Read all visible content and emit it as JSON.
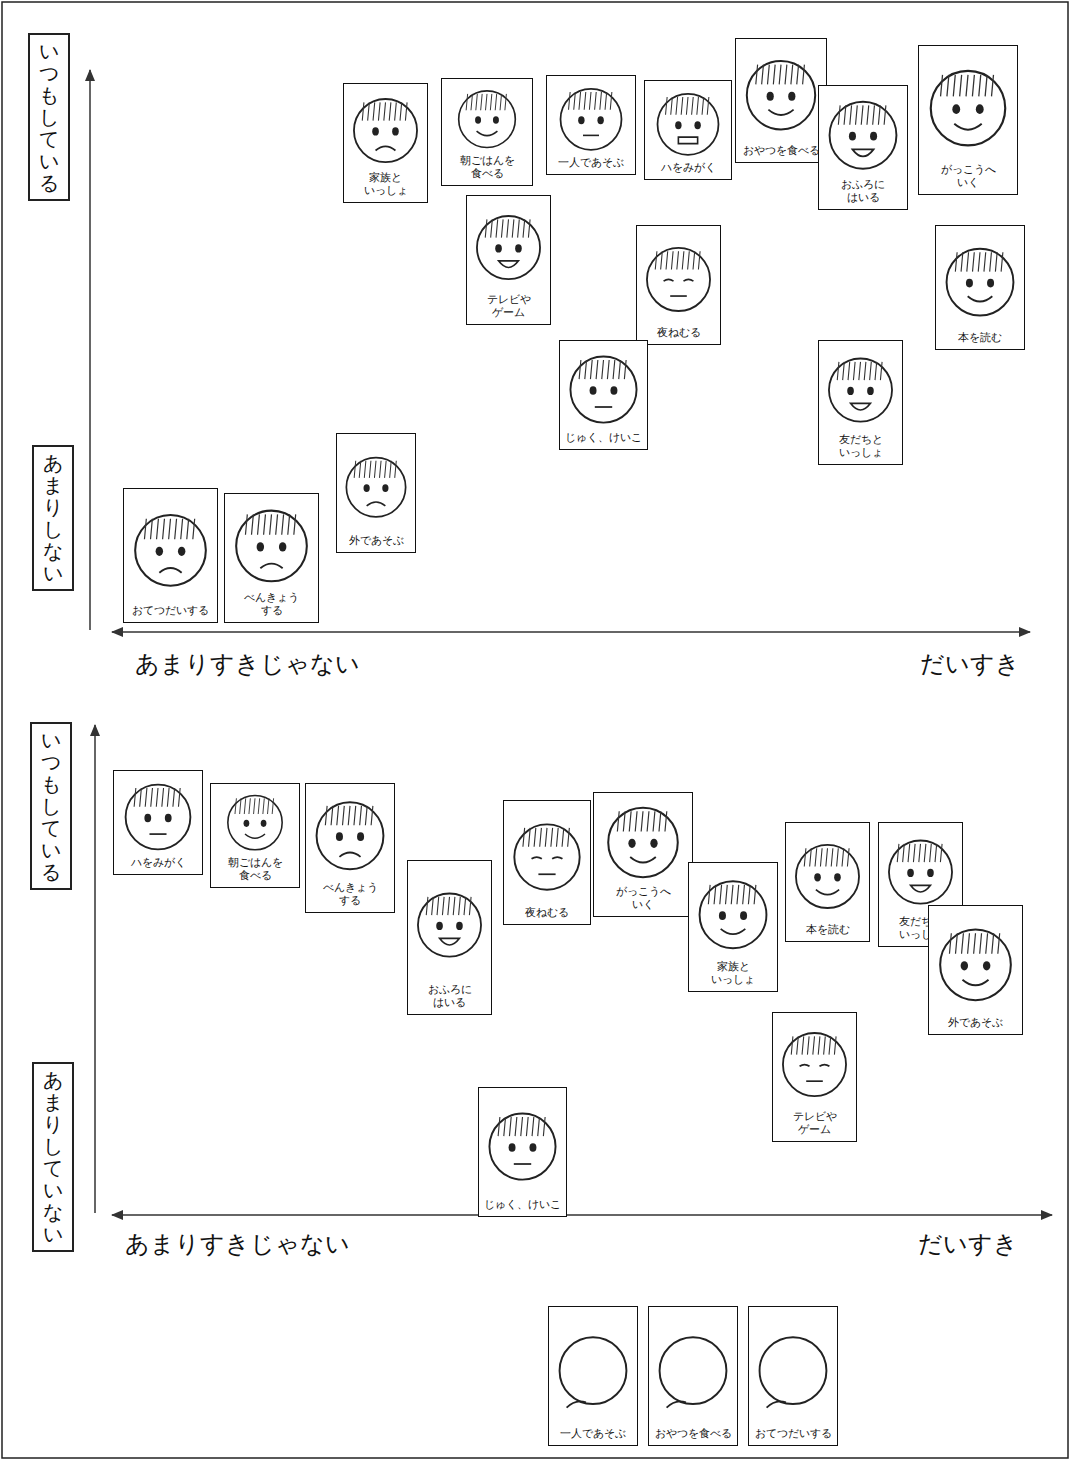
{
  "diagram": {
    "nodes": [
      {
        "text": [
          "いつもしている"
        ]
      },
      {
        "text": [
          "あまりしない"
        ]
      },
      {
        "text": [
          "家族と いっしょ"
        ]
      },
      {
        "text": [
          "朝ごはんを 食べる"
        ]
      },
      {
        "text": [
          "一人であそぶ"
        ]
      },
      {
        "text": [
          "ハをみがく"
        ]
      },
      {
        "text": [
          "おやつを食べる"
        ]
      },
      {
        "text": [
          "おふろに はいる"
        ]
      },
      {
        "text": [
          "がっこうへ いく"
        ]
      },
      {
        "text": [
          "テレビや ゲーム"
        ]
      },
      {
        "text": [
          "夜ねむる"
        ]
      },
      {
        "text": [
          "本を読む"
        ]
      },
      {
        "text": [
          "じゅく、けいこ"
        ]
      },
      {
        "text": [
          "友だちと いっしょ"
        ]
      },
      {
        "text": [
          "外であそぶ"
        ]
      },
      {
        "text": [
          "おてつだいする"
        ]
      },
      {
        "text": [
          "べんきょう する"
        ]
      },
      {
        "text": [
          "いつもしている"
        ]
      },
      {
        "text": [
          "あまりしていない"
        ]
      },
      {
        "text": [
          "ハをみがく"
        ]
      },
      {
        "text": [
          "朝ごはんを 食べる"
        ]
      },
      {
        "text": [
          "べんきょう する"
        ]
      },
      {
        "text": [
          "おふろに はいる"
        ]
      },
      {
        "text": [
          "夜ねむる"
        ]
      },
      {
        "text": [
          "がっこうへ いく"
        ]
      },
      {
        "text": [
          "家族と いっしょ"
        ]
      },
      {
        "text": [
          "本を読む"
        ]
      },
      {
        "text": [
          "友だちと いっしょ"
        ]
      },
      {
        "text": [
          "外であそぶ"
        ]
      },
      {
        "text": [
          "テレビや ゲーム"
        ]
      },
      {
        "text": [
          "じゅく、けいこ"
        ]
      },
      {
        "text": [
          "一人であそぶ"
        ]
      },
      {
        "text": [
          "おやつを食べる"
        ]
      },
      {
        "text": [
          "おてつだいする"
        ]
      }
    ],
    "labels": [
      "あまりすきじゃない",
      "だいすき",
      "あまりすきじゃない",
      "だいすき"
    ]
  }
}
